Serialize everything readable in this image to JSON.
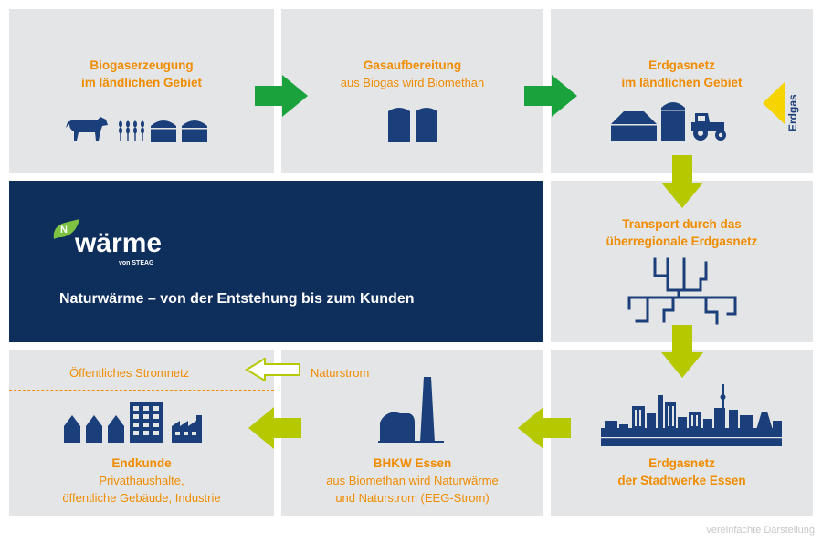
{
  "steps": {
    "biogas": {
      "title_line1": "Biogaserzeugung",
      "title_line2": "im ländlichen Gebiet"
    },
    "gasaufbereitung": {
      "title": "Gasaufbereitung",
      "subtitle": "aus Biogas wird Biomethan"
    },
    "erdgasnetz_land": {
      "title_line1": "Erdgasnetz",
      "title_line2": "im ländlichen Gebiet",
      "side_label": "Erdgas"
    },
    "transport": {
      "title_line1": "Transport durch das",
      "title_line2": "überregionale Erdgasnetz"
    },
    "erdgasnetz_stadt": {
      "title_line1": "Erdgasnetz",
      "title_line2": "der Stadtwerke Essen"
    },
    "bhkw": {
      "title": "BHKW Essen",
      "subtitle_line1": "aus Biomethan wird Naturwärme",
      "subtitle_line2": "und Naturstrom (EEG-Strom)",
      "naturstrom_label": "Naturstrom"
    },
    "endkunde": {
      "title": "Endkunde",
      "subtitle_line1": "Privathaushalte,",
      "subtitle_line2": "öffentliche Gebäude, Industrie",
      "stromnetz_label": "Öffentliches Stromnetz"
    }
  },
  "brand": {
    "badge": "N",
    "name": "wärme",
    "tagline": "von STEAG",
    "headline": "Naturwärme – von der Entstehung bis zum Kunden"
  },
  "footnote": "vereinfachte Darstellung",
  "colors": {
    "panel": "#e4e5e6",
    "navy": "#0e2e5c",
    "icon": "#1b3f7a",
    "orange": "#f08c00",
    "green": "#1aa33c",
    "lime": "#b5c800",
    "yellow": "#f5d400"
  }
}
